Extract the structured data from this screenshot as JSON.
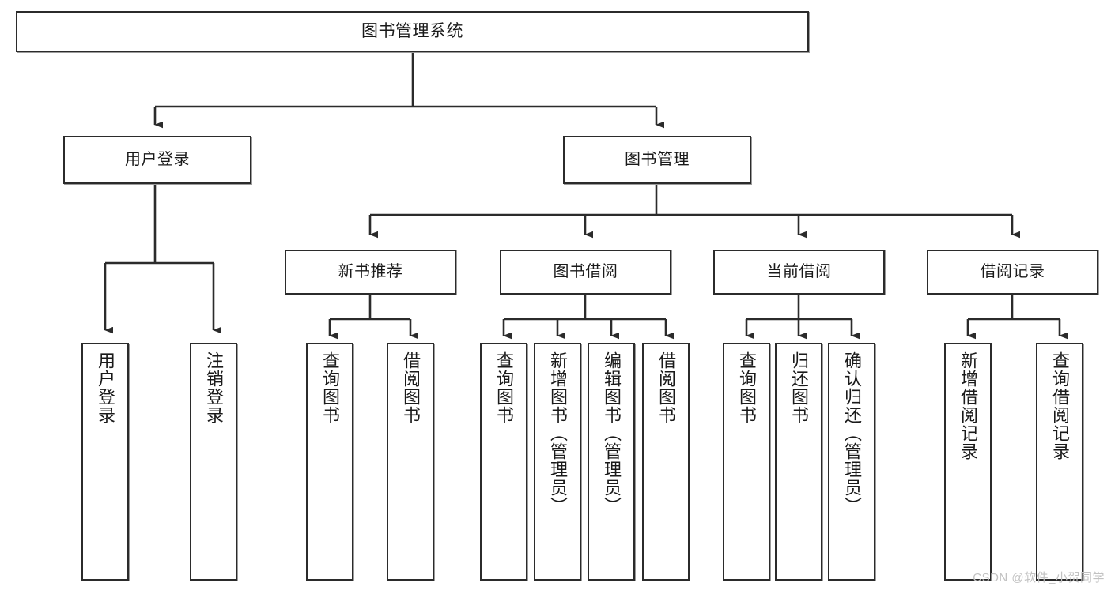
{
  "diagram": {
    "title": "图书管理系统",
    "watermark": "CSDN @软件_小贺同学",
    "line_color": "#2b2b2b",
    "box_fill": "#ffffff",
    "text_color": "#1a1a1a",
    "nodes": {
      "root": {
        "label": "图书管理系统"
      },
      "level1": [
        {
          "id": "user-login",
          "label": "用户登录"
        },
        {
          "id": "book-manage",
          "label": "图书管理"
        }
      ],
      "level2": [
        {
          "id": "new-book-recommend",
          "label": "新书推荐"
        },
        {
          "id": "book-borrow",
          "label": "图书借阅"
        },
        {
          "id": "current-borrow",
          "label": "当前借阅"
        },
        {
          "id": "borrow-record",
          "label": "借阅记录"
        }
      ],
      "leaves": [
        {
          "id": "leaf-user-login",
          "label": "用户登录",
          "parent": "user-login"
        },
        {
          "id": "leaf-user-logout",
          "label": "注销登录",
          "parent": "user-login"
        },
        {
          "id": "leaf-query-book-1",
          "label": "查询图书",
          "parent": "new-book-recommend"
        },
        {
          "id": "leaf-borrow-book-1",
          "label": "借阅图书",
          "parent": "new-book-recommend"
        },
        {
          "id": "leaf-query-book-2",
          "label": "查询图书",
          "parent": "book-borrow"
        },
        {
          "id": "leaf-add-book",
          "label": "新增图书（管理员）",
          "parent": "book-borrow"
        },
        {
          "id": "leaf-edit-book",
          "label": "编辑图书（管理员）",
          "parent": "book-borrow"
        },
        {
          "id": "leaf-borrow-book-2",
          "label": "借阅图书",
          "parent": "book-borrow"
        },
        {
          "id": "leaf-query-book-3",
          "label": "查询图书",
          "parent": "current-borrow"
        },
        {
          "id": "leaf-return-book",
          "label": "归还图书",
          "parent": "current-borrow"
        },
        {
          "id": "leaf-confirm-return",
          "label": "确认归还（管理员）",
          "parent": "current-borrow"
        },
        {
          "id": "leaf-add-record",
          "label": "新增借阅记录",
          "parent": "borrow-record"
        },
        {
          "id": "leaf-query-record",
          "label": "查询借阅记录",
          "parent": "borrow-record"
        }
      ]
    }
  }
}
